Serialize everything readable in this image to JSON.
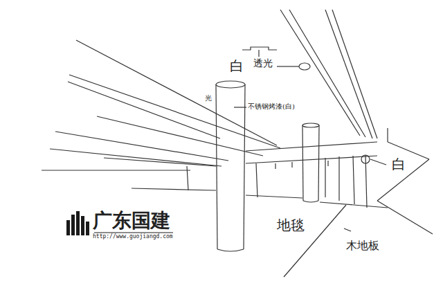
{
  "diagram": {
    "labels": [
      "白",
      "透光",
      "光",
      "不锈钢烤漆(白)",
      "白",
      "地毯",
      "木地板",
      "广东国建",
      "http://www.guojiangd.com"
    ]
  }
}
